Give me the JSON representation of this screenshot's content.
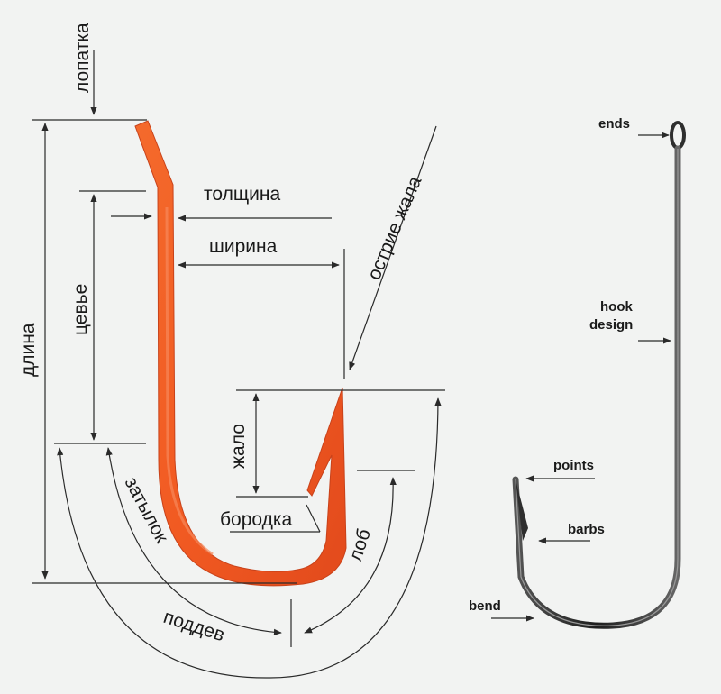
{
  "colors": {
    "background": "#f2f3f2",
    "hook_fill": "#f15a22",
    "hook_shade": "#d8401a",
    "line": "#2a2a2a",
    "steel_hook": "#2e2e2e"
  },
  "labels_ru": {
    "lopatka": "лопатка",
    "tolshchina": "толщина",
    "shirina": "ширина",
    "ostrie_zhala": "острие жала",
    "dlina": "длина",
    "tsevye": "цевье",
    "zhalo": "жало",
    "borodka": "бородка",
    "zatylok": "затылок",
    "lob": "лоб",
    "poddev": "поддев"
  },
  "labels_en": {
    "ends": "ends",
    "hook_design_1": "hook",
    "hook_design_2": "design",
    "points": "points",
    "barbs": "barbs",
    "bend": "bend"
  }
}
